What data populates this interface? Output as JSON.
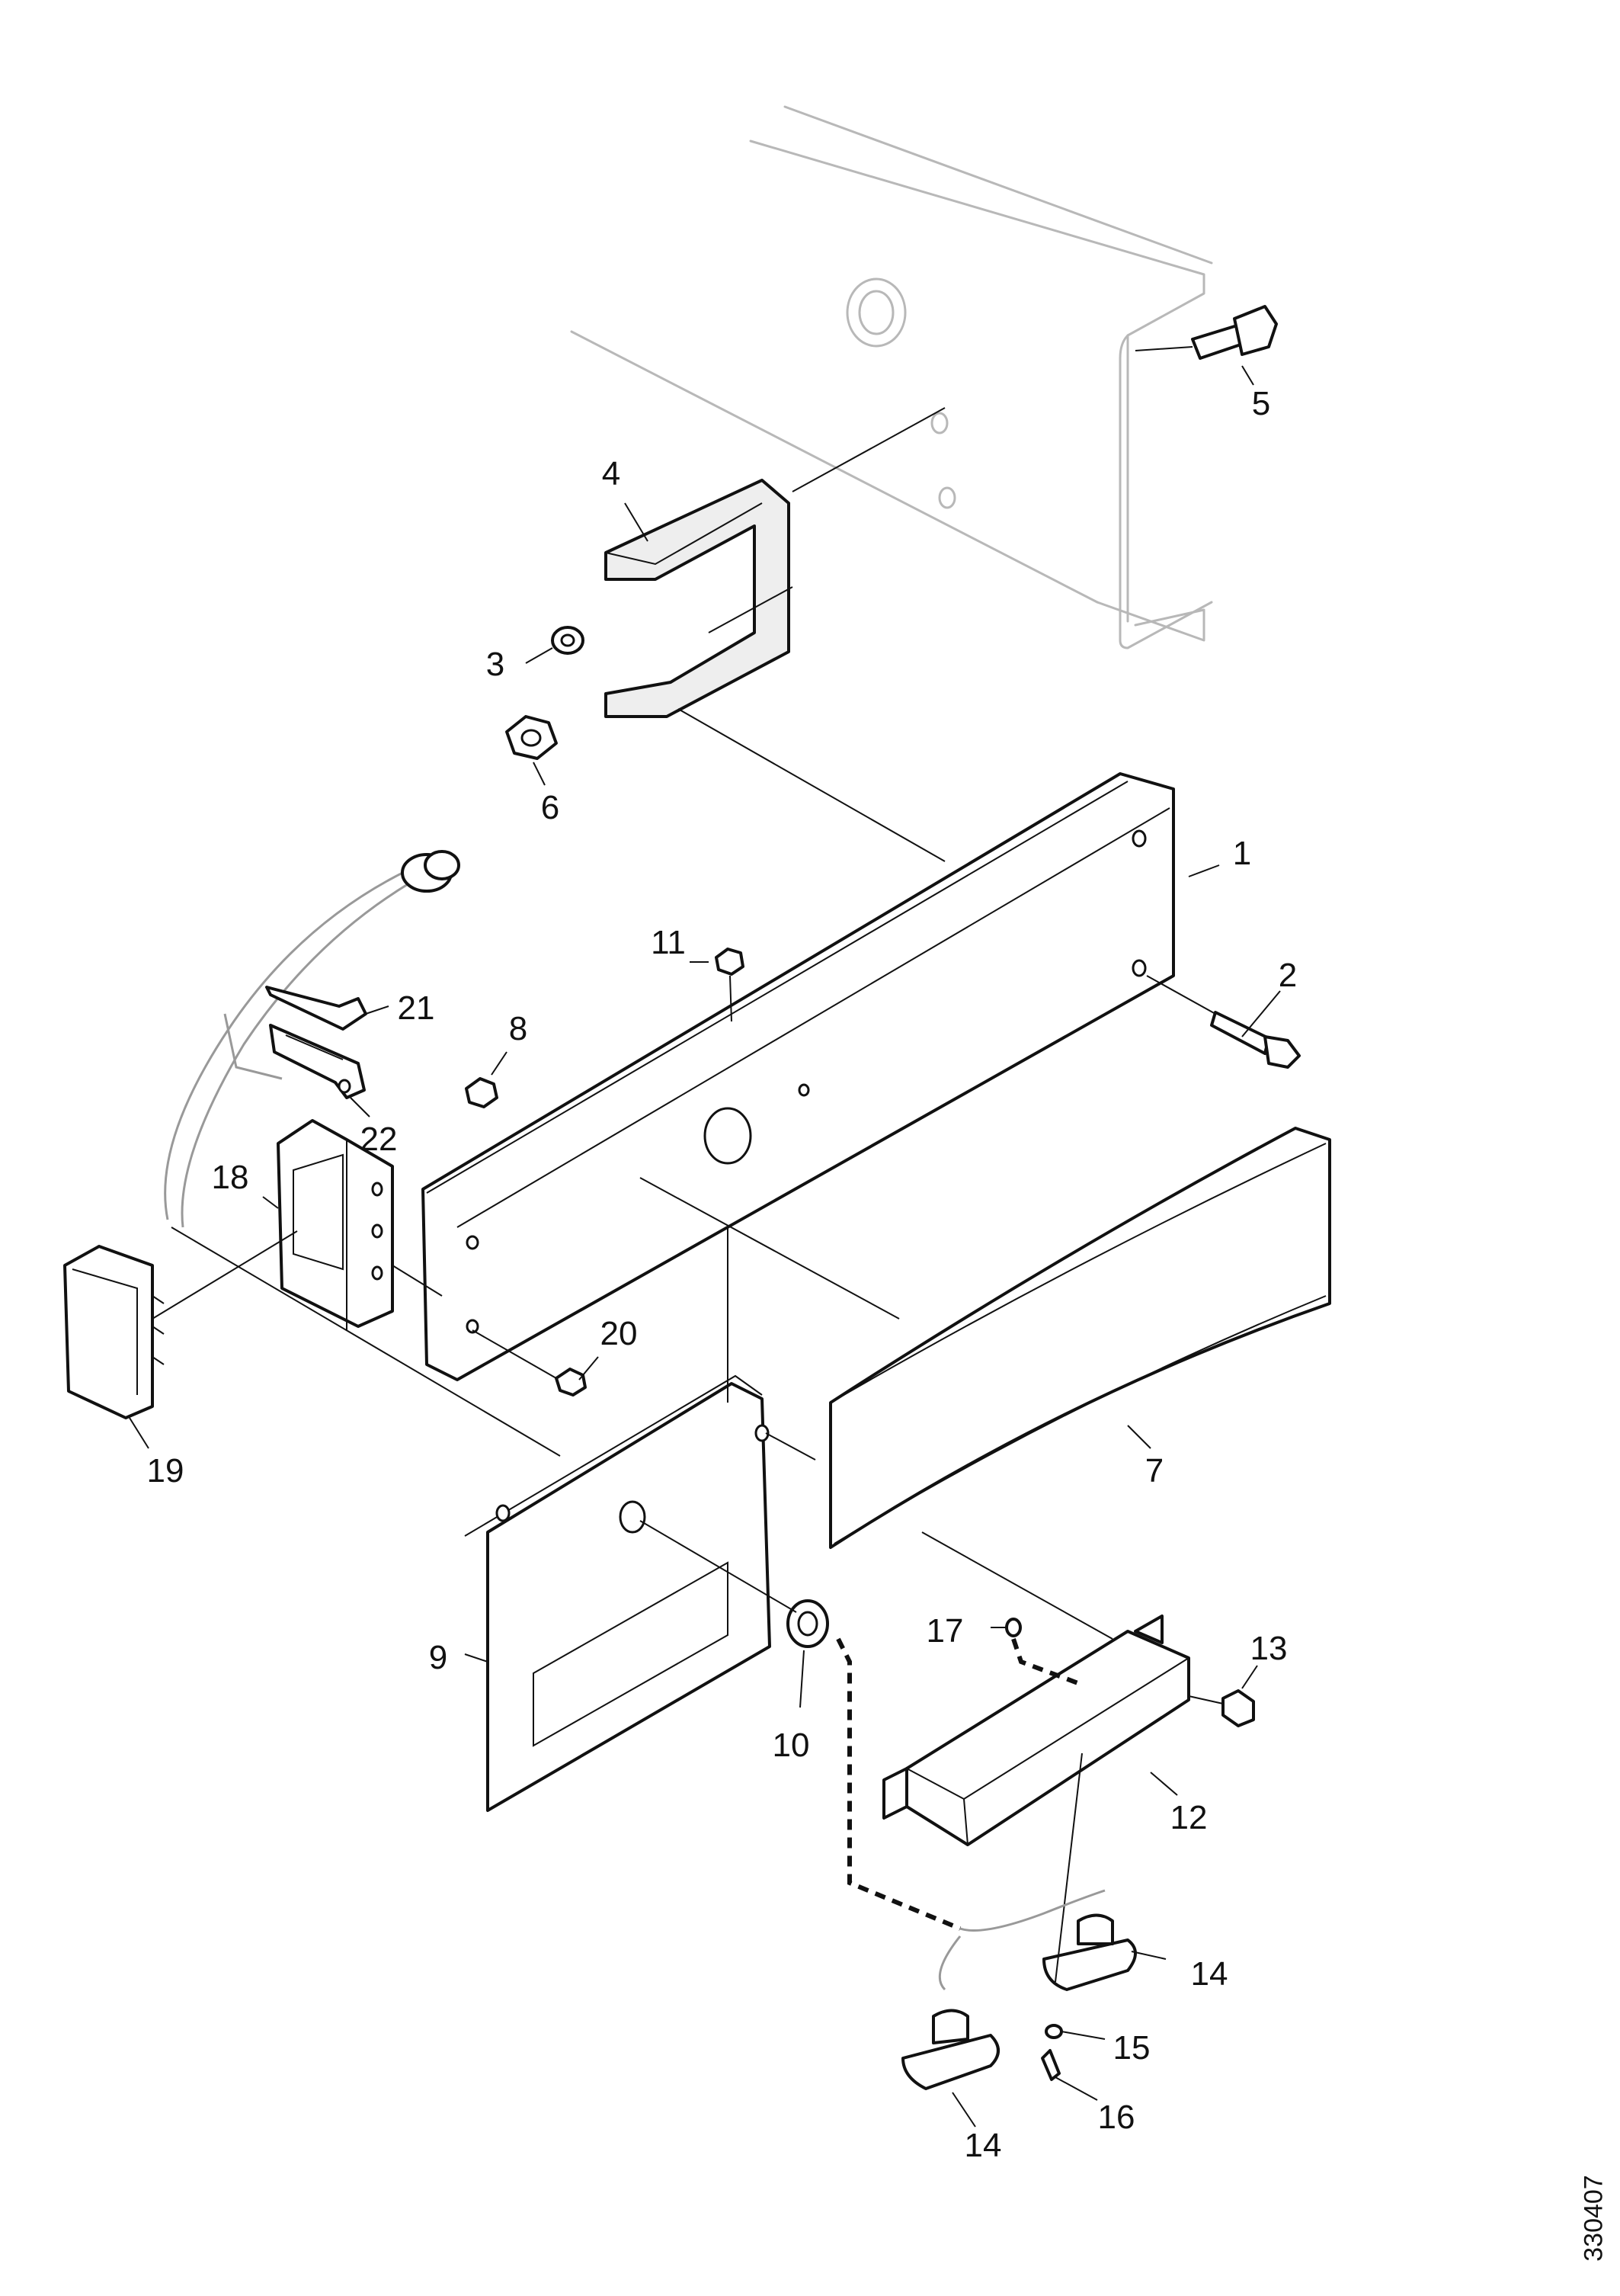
{
  "drawing": {
    "reference_number": "330407",
    "callouts": [
      {
        "id": "1",
        "label": "1"
      },
      {
        "id": "2",
        "label": "2"
      },
      {
        "id": "3",
        "label": "3"
      },
      {
        "id": "4",
        "label": "4"
      },
      {
        "id": "5",
        "label": "5"
      },
      {
        "id": "6",
        "label": "6"
      },
      {
        "id": "7",
        "label": "7"
      },
      {
        "id": "8",
        "label": "8"
      },
      {
        "id": "9",
        "label": "9"
      },
      {
        "id": "10",
        "label": "10"
      },
      {
        "id": "11",
        "label": "11"
      },
      {
        "id": "12",
        "label": "12"
      },
      {
        "id": "13",
        "label": "13"
      },
      {
        "id": "14a",
        "label": "14"
      },
      {
        "id": "14b",
        "label": "14"
      },
      {
        "id": "15",
        "label": "15"
      },
      {
        "id": "16",
        "label": "16"
      },
      {
        "id": "17",
        "label": "17"
      },
      {
        "id": "18",
        "label": "18"
      },
      {
        "id": "19",
        "label": "19"
      },
      {
        "id": "20",
        "label": "20"
      },
      {
        "id": "21",
        "label": "21"
      },
      {
        "id": "22",
        "label": "22"
      }
    ]
  },
  "colors": {
    "line": "#111111",
    "ghost_frame": "#b8b8b8",
    "background": "#ffffff"
  }
}
